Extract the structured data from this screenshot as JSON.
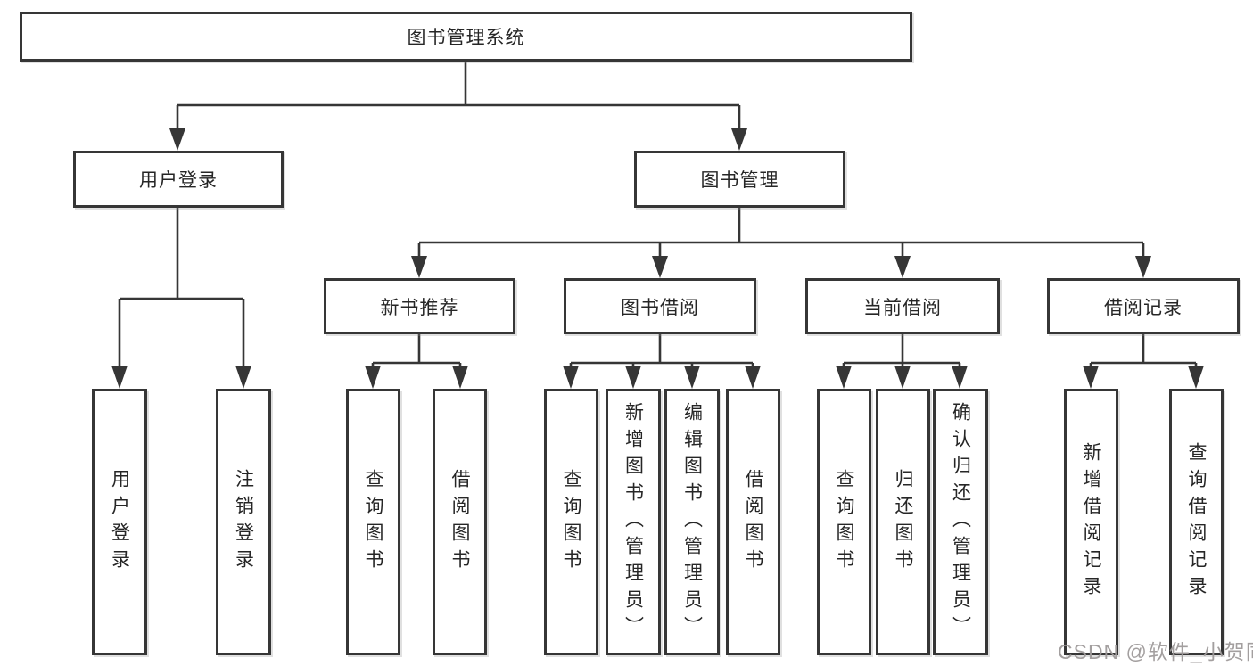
{
  "diagram_type": "tree",
  "colors": {
    "line": "#363636",
    "box_border": "#363636",
    "text": "#262626",
    "background": "#ffffff",
    "watermark": "#9e9a9a"
  },
  "watermark": {
    "text": "CSDN @软件_小贺同学"
  },
  "tree": {
    "label": "图书管理系统",
    "children": [
      {
        "label": "用户登录",
        "children": [
          {
            "label": "用户登录"
          },
          {
            "label": "注销登录"
          }
        ]
      },
      {
        "label": "图书管理",
        "children": [
          {
            "label": "新书推荐",
            "children": [
              {
                "label": "查询图书"
              },
              {
                "label": "借阅图书"
              }
            ]
          },
          {
            "label": "图书借阅",
            "children": [
              {
                "label": "查询图书"
              },
              {
                "label": "新增图书（管理员）"
              },
              {
                "label": "编辑图书（管理员）"
              },
              {
                "label": "借阅图书"
              }
            ]
          },
          {
            "label": "当前借阅",
            "children": [
              {
                "label": "查询图书"
              },
              {
                "label": "归还图书"
              },
              {
                "label": "确认归还（管理员）"
              }
            ]
          },
          {
            "label": "借阅记录",
            "children": [
              {
                "label": "新增借阅记录"
              },
              {
                "label": "查询借阅记录"
              }
            ]
          }
        ]
      }
    ]
  }
}
